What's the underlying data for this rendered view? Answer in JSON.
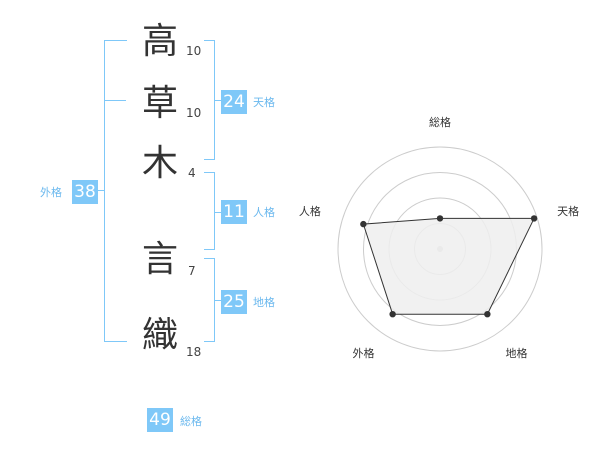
{
  "name": {
    "characters": [
      {
        "char": "高",
        "strokes": "10"
      },
      {
        "char": "草",
        "strokes": "10"
      },
      {
        "char": "木",
        "strokes": "4"
      },
      {
        "char": "言",
        "strokes": "7"
      },
      {
        "char": "織",
        "strokes": "18"
      }
    ]
  },
  "fortune": {
    "tenkaku": {
      "value": "24",
      "label": "天格"
    },
    "jinkaku": {
      "value": "11",
      "label": "人格"
    },
    "chikaku": {
      "value": "25",
      "label": "地格"
    },
    "gaikaku": {
      "value": "38",
      "label": "外格"
    },
    "soukaku": {
      "value": "49",
      "label": "総格"
    }
  },
  "chart_data": {
    "type": "radar",
    "axes": [
      "総格",
      "天格",
      "地格",
      "外格",
      "人格"
    ],
    "values": [
      0.3,
      0.97,
      0.79,
      0.79,
      0.79
    ],
    "rings": 4,
    "colors": {
      "fill": "#eeeeee",
      "line": "#333333",
      "grid": "#cccccc",
      "point": "#333333"
    }
  },
  "colors": {
    "accent": "#7fc8f8",
    "accent_text": "#6ab8ee"
  }
}
